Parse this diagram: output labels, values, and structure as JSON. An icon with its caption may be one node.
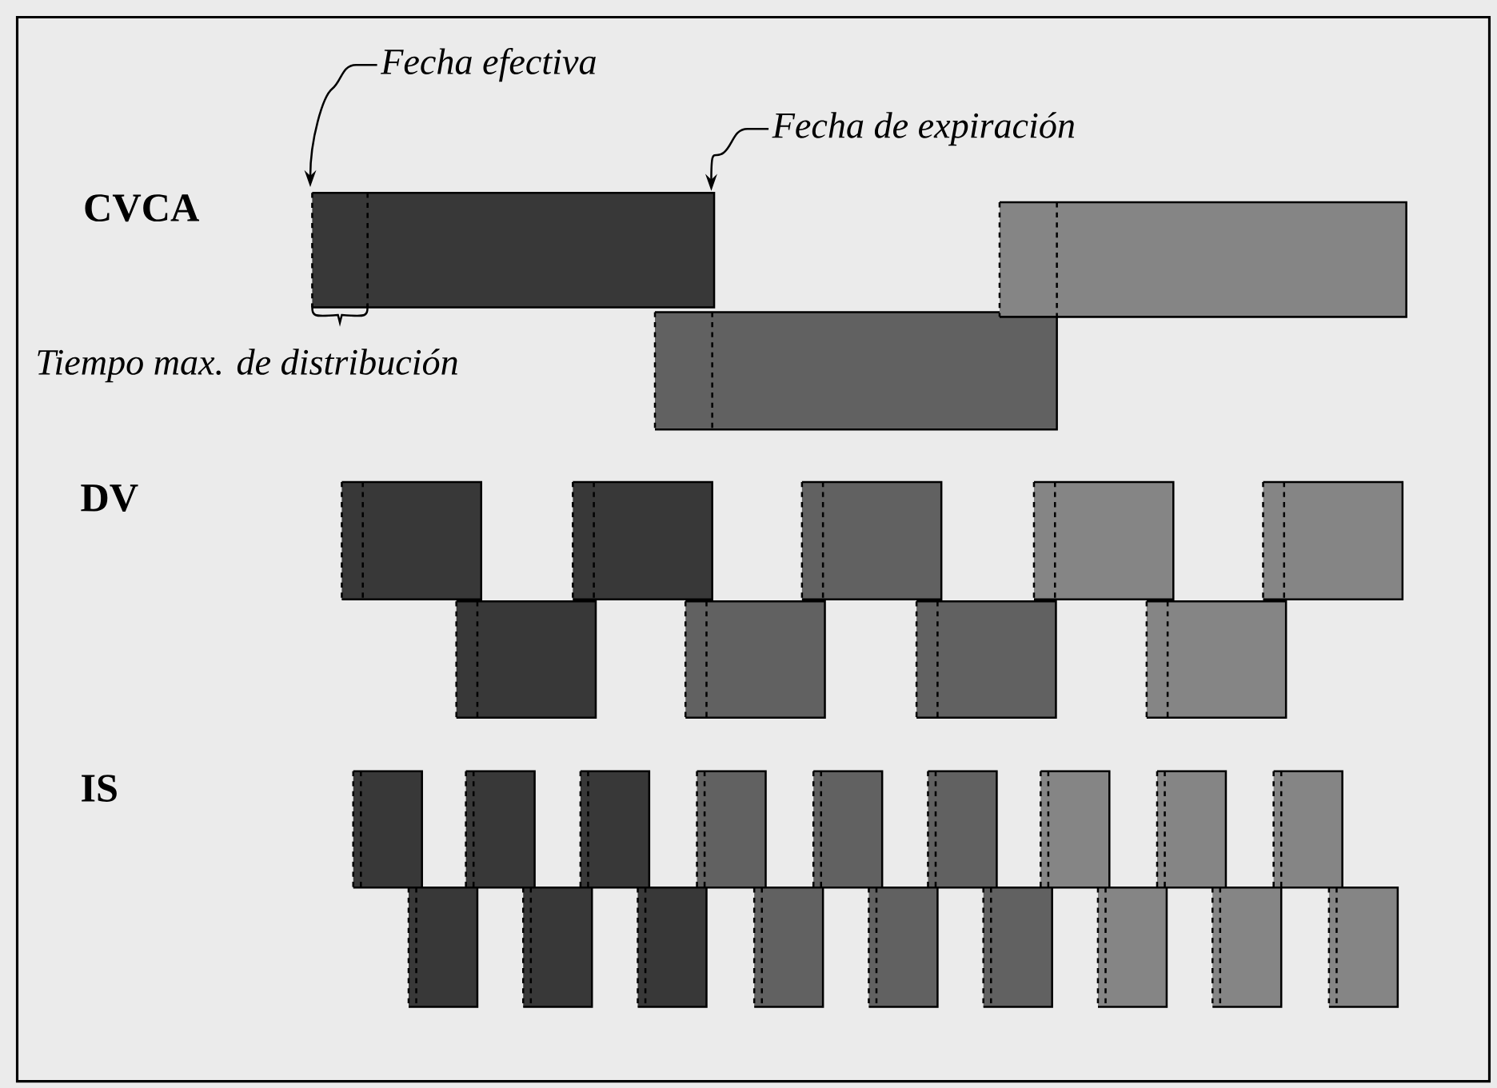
{
  "diagram": {
    "nodes": [
      {
        "text": [
          "Fecha efectiva"
        ]
      },
      {
        "text": [
          "Fecha de expiración"
        ]
      }
    ],
    "edges": [
      {
        "from": 0,
        "to": null,
        "arrow": "to"
      },
      {
        "from": 1,
        "to": null,
        "arrow": "to"
      }
    ],
    "labels": [
      "CVCA",
      "Tiempo max. de distribución",
      "DV",
      "IS"
    ]
  }
}
